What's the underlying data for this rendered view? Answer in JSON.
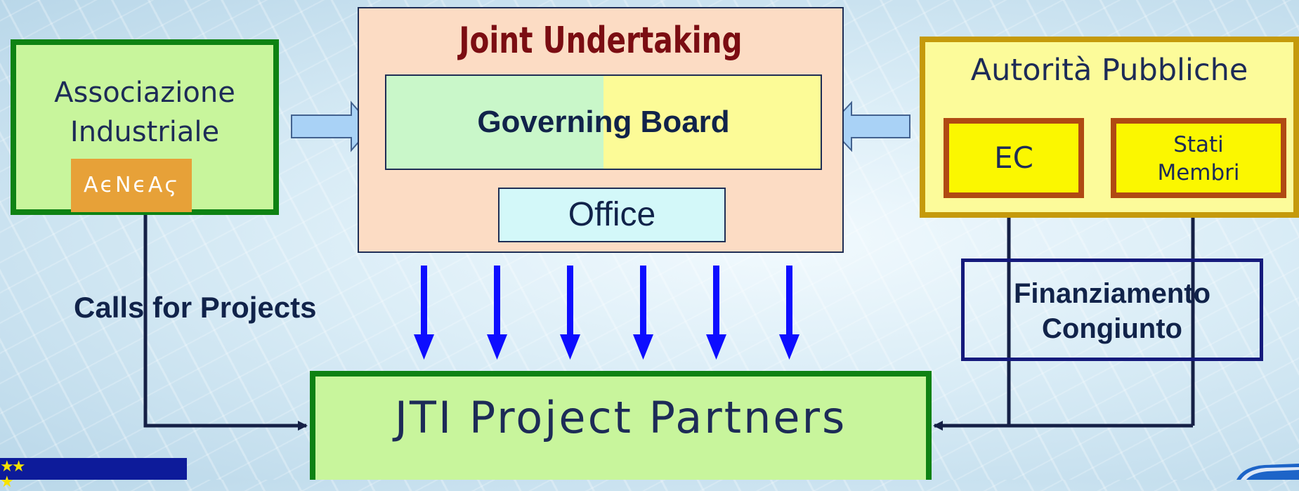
{
  "left_group": {
    "title": "Associazione\nIndustriale",
    "logo_text": "AϵNϵAϛ"
  },
  "center_group": {
    "title": "Joint Undertaking",
    "governing_board": "Governing Board",
    "office": "Office"
  },
  "right_group": {
    "title": "Autorità Pubbliche",
    "ec": "EC",
    "stati": "Stati\nMembri"
  },
  "financing": {
    "label": "Finanziamento\nCongiunto"
  },
  "calls": {
    "label": "Calls for Projects"
  },
  "bottom": {
    "label": "JTI Project Partners"
  },
  "colors": {
    "green_fill": "#c8f59c",
    "green_border": "#0e8213",
    "ju_fill": "#fcdcc4",
    "yellow_fill": "#fcfb9a",
    "gold_border": "#c59a0b",
    "arrow_blue": "#0d0dff",
    "connector_navy": "#152046",
    "title_red": "#7b0d12"
  },
  "icons": {
    "eu_flag": "eu-flag-icon",
    "logo": "aeneas-logo"
  }
}
